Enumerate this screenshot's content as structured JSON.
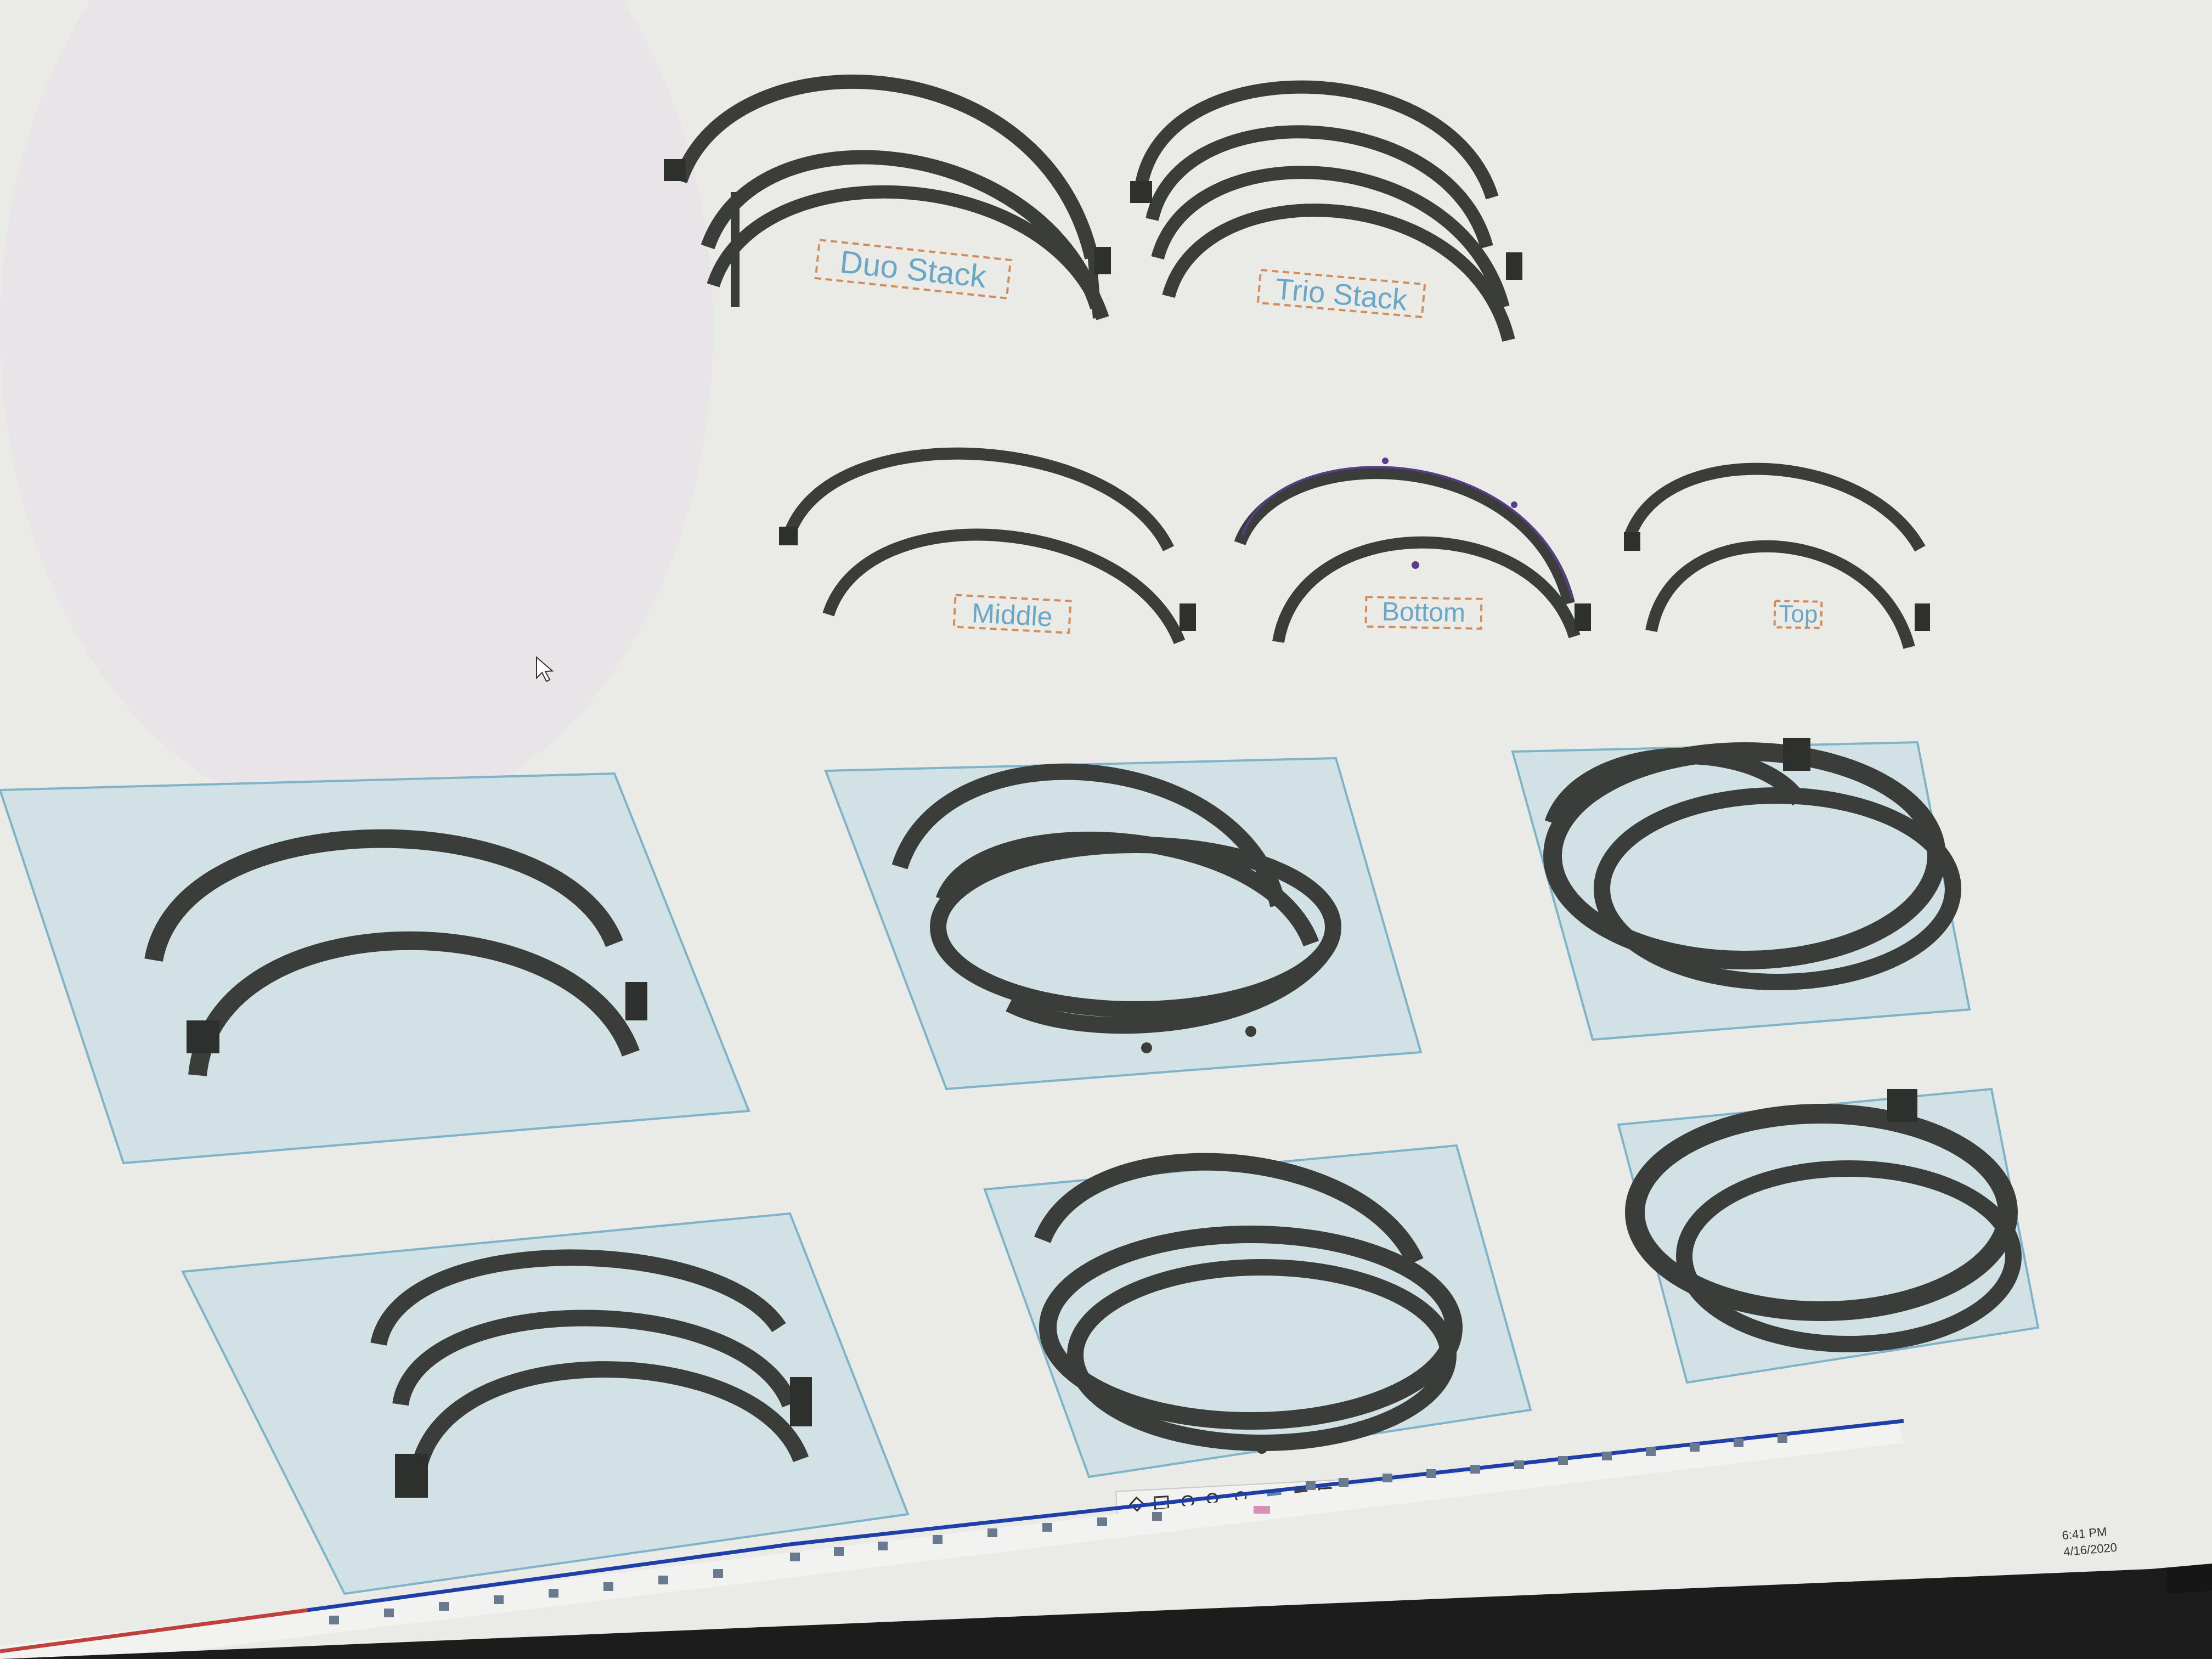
{
  "labels": {
    "duo_stack": "Duo Stack",
    "trio_stack": "Trio Stack",
    "middle": "Middle",
    "bottom": "Bottom",
    "top": "Top"
  },
  "taskbar": {
    "time": "6:41 PM",
    "date": "4/16/2020"
  },
  "colors": {
    "canvas": "#eaebe6",
    "part": "#3b3d3b",
    "label_text": "#6aa6c6",
    "label_border": "#d18e5c",
    "plane_fill": "#d2e2e4",
    "plane_stroke": "#7fb3c9",
    "timeline_blue": "#1f3fa8",
    "timeline_red": "#c0403b",
    "selection_purple": "#5a3d8a"
  },
  "toolbar": {
    "icons": [
      "pan-icon",
      "orbit-icon",
      "look-at-icon",
      "zoom-window-icon",
      "zoom-icon",
      "display-settings-icon",
      "grid-icon",
      "viewports-icon"
    ]
  }
}
